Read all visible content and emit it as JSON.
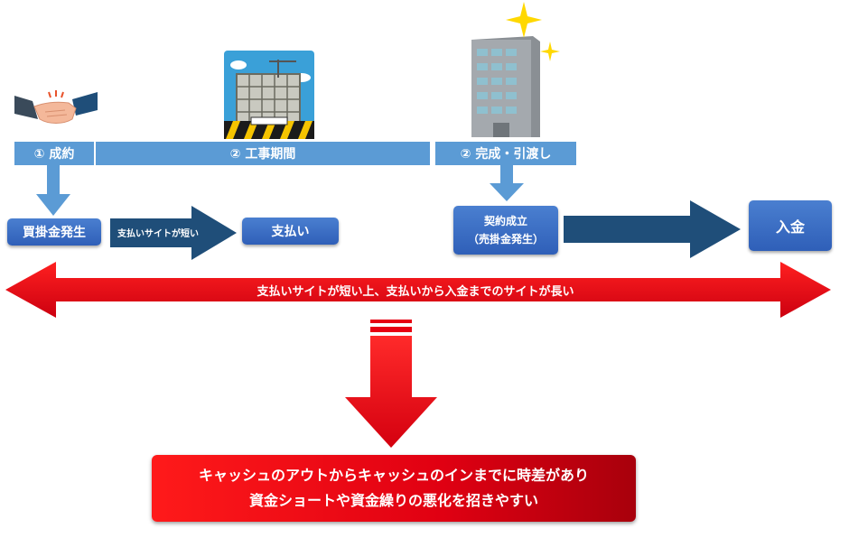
{
  "steps": {
    "step1": "① 成約",
    "step2": "② 工事期間",
    "step3": "② 完成・引渡し"
  },
  "boxes": {
    "purchase_payable": "買掛金発生",
    "payment_site_label": "支払いサイトが短い",
    "payment": "支払い",
    "contract_line1": "契約成立",
    "contract_line2": "（売掛金発生）",
    "receipt": "入金"
  },
  "banner": {
    "text": "支払いサイトが短い上、支払いから入金までのサイトが長い"
  },
  "conclusion": {
    "line1": "キャッシュのアウトからキャッシュのインまでに時差があり",
    "line2": "資金ショートや資金繰りの悪化を招きやすい"
  },
  "colors": {
    "step_bar": "#5b9bd5",
    "box": "#2f5fb8",
    "dark_arrow": "#1f4e79",
    "red": "#e60012"
  },
  "icons": [
    "handshake-icon",
    "construction-site-icon",
    "completed-building-icon",
    "sparkle-icon"
  ]
}
